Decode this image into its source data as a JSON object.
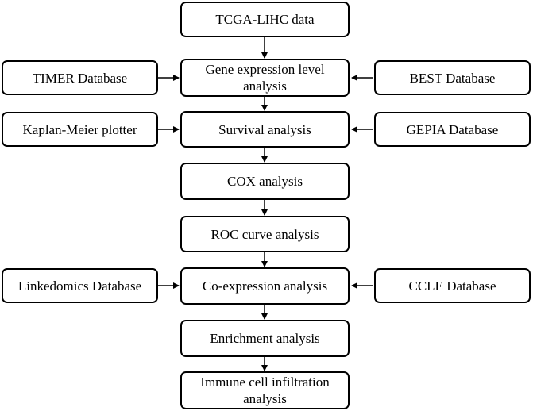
{
  "main_steps": [
    "TCGA-LIHC data",
    "Gene expression level analysis",
    "Survival analysis",
    "COX analysis",
    "ROC curve analysis",
    "Co-expression analysis",
    "Enrichment analysis",
    "Immune cell infiltration analysis"
  ],
  "left_sources": {
    "gene_expression": "TIMER Database",
    "survival": "Kaplan-Meier plotter",
    "coexpression": "Linkedomics Database"
  },
  "right_sources": {
    "gene_expression": "BEST Database",
    "survival": "GEPIA Database",
    "coexpression": "CCLE Database"
  }
}
